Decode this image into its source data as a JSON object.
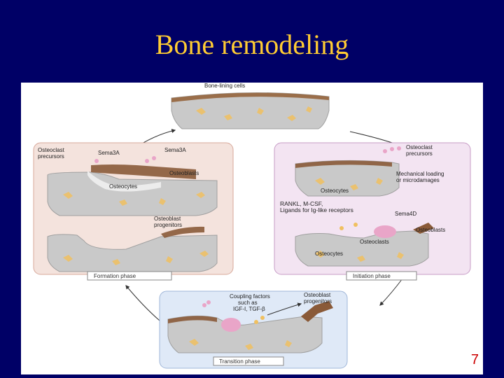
{
  "slide": {
    "title": "Bone remodeling",
    "number": "7"
  },
  "colors": {
    "background": "#000066",
    "title": "#ffcc33",
    "number": "#cc0000",
    "formation_panel": "#f4e3dd",
    "initiation_panel": "#f3e4f2",
    "transition_panel": "#dfe9f7",
    "bone": "#c9c9c9",
    "lining_cells": "#9a6e4a",
    "osteoblasts": "#8a5a38",
    "osteoclasts": "#e9a5c8",
    "osteocytes": "#f0c060"
  },
  "diagram": {
    "top": {
      "label": "Bone-lining cells"
    },
    "formation": {
      "label_osteoclast_precursors": "Osteoclast\nprecursors",
      "label_sema3a_1": "Sema3A",
      "label_sema3a_2": "Sema3A",
      "label_osteoblasts": "Osteoblasts",
      "label_osteocytes": "Osteocytes",
      "label_osteoblast_progenitors": "Osteoblast\nprogenitors",
      "phase_label": "Formation phase"
    },
    "initiation": {
      "label_osteoclast_precursors": "Osteoclast\nprecursors",
      "label_mechanical": "Mechanical loading\nor microdamages",
      "label_osteocytes_1": "Osteocytes",
      "label_rankl": "RANKL, M-CSF,\nLigands for Ig-like receptors",
      "label_sema4d": "Sema4D",
      "label_osteoblasts": "Osteoblasts",
      "label_osteoclasts": "Osteoclasts",
      "label_osteocytes_2": "Osteocytes",
      "phase_label": "Initiation phase"
    },
    "transition": {
      "label_coupling": "Coupling factors\nsuch as\nIGF-I, TGF-β",
      "label_osteoblast_progenitors": "Osteoblast\nprogenitors",
      "phase_label": "Transition phase"
    }
  }
}
